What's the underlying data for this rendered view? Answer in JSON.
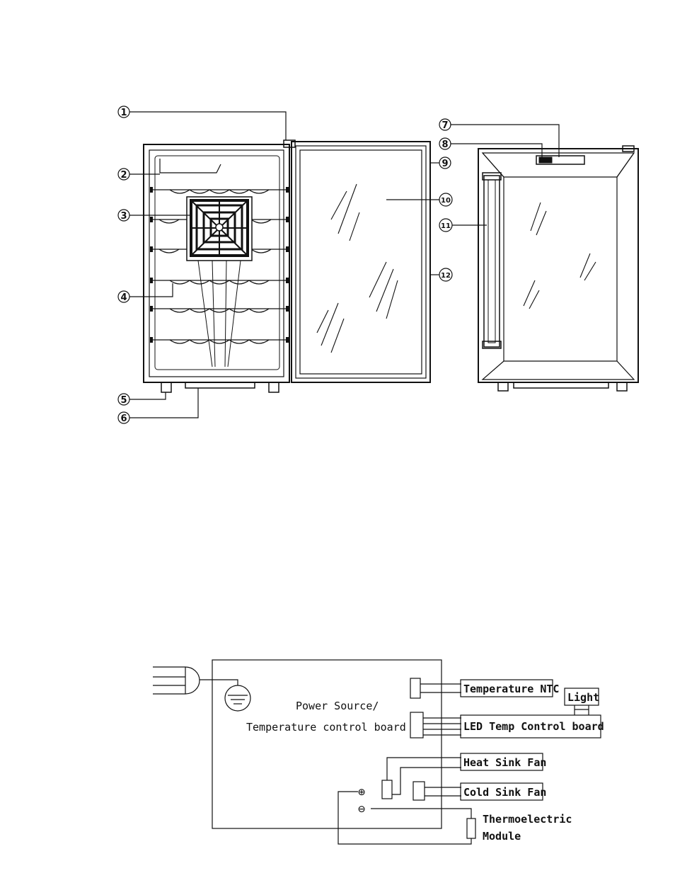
{
  "callouts": {
    "c1": "1",
    "c2": "2",
    "c3": "3",
    "c4": "4",
    "c5": "5",
    "c6": "6",
    "c7": "7",
    "c8": "8",
    "c9": "9",
    "c10": "10",
    "c11": "11",
    "c12": "12"
  },
  "wiring": {
    "board_line1": "Power Source/",
    "board_line2": "Temperature control board",
    "temperature_ntc": "Temperature NTC",
    "light": "Light",
    "led_board": "LED Temp Control board",
    "heat_fan": "Heat Sink Fan",
    "cold_fan": "Cold Sink Fan",
    "module_line1": "Thermoelectric",
    "module_line2": "Module",
    "plus": "⊕",
    "minus": "⊖"
  }
}
